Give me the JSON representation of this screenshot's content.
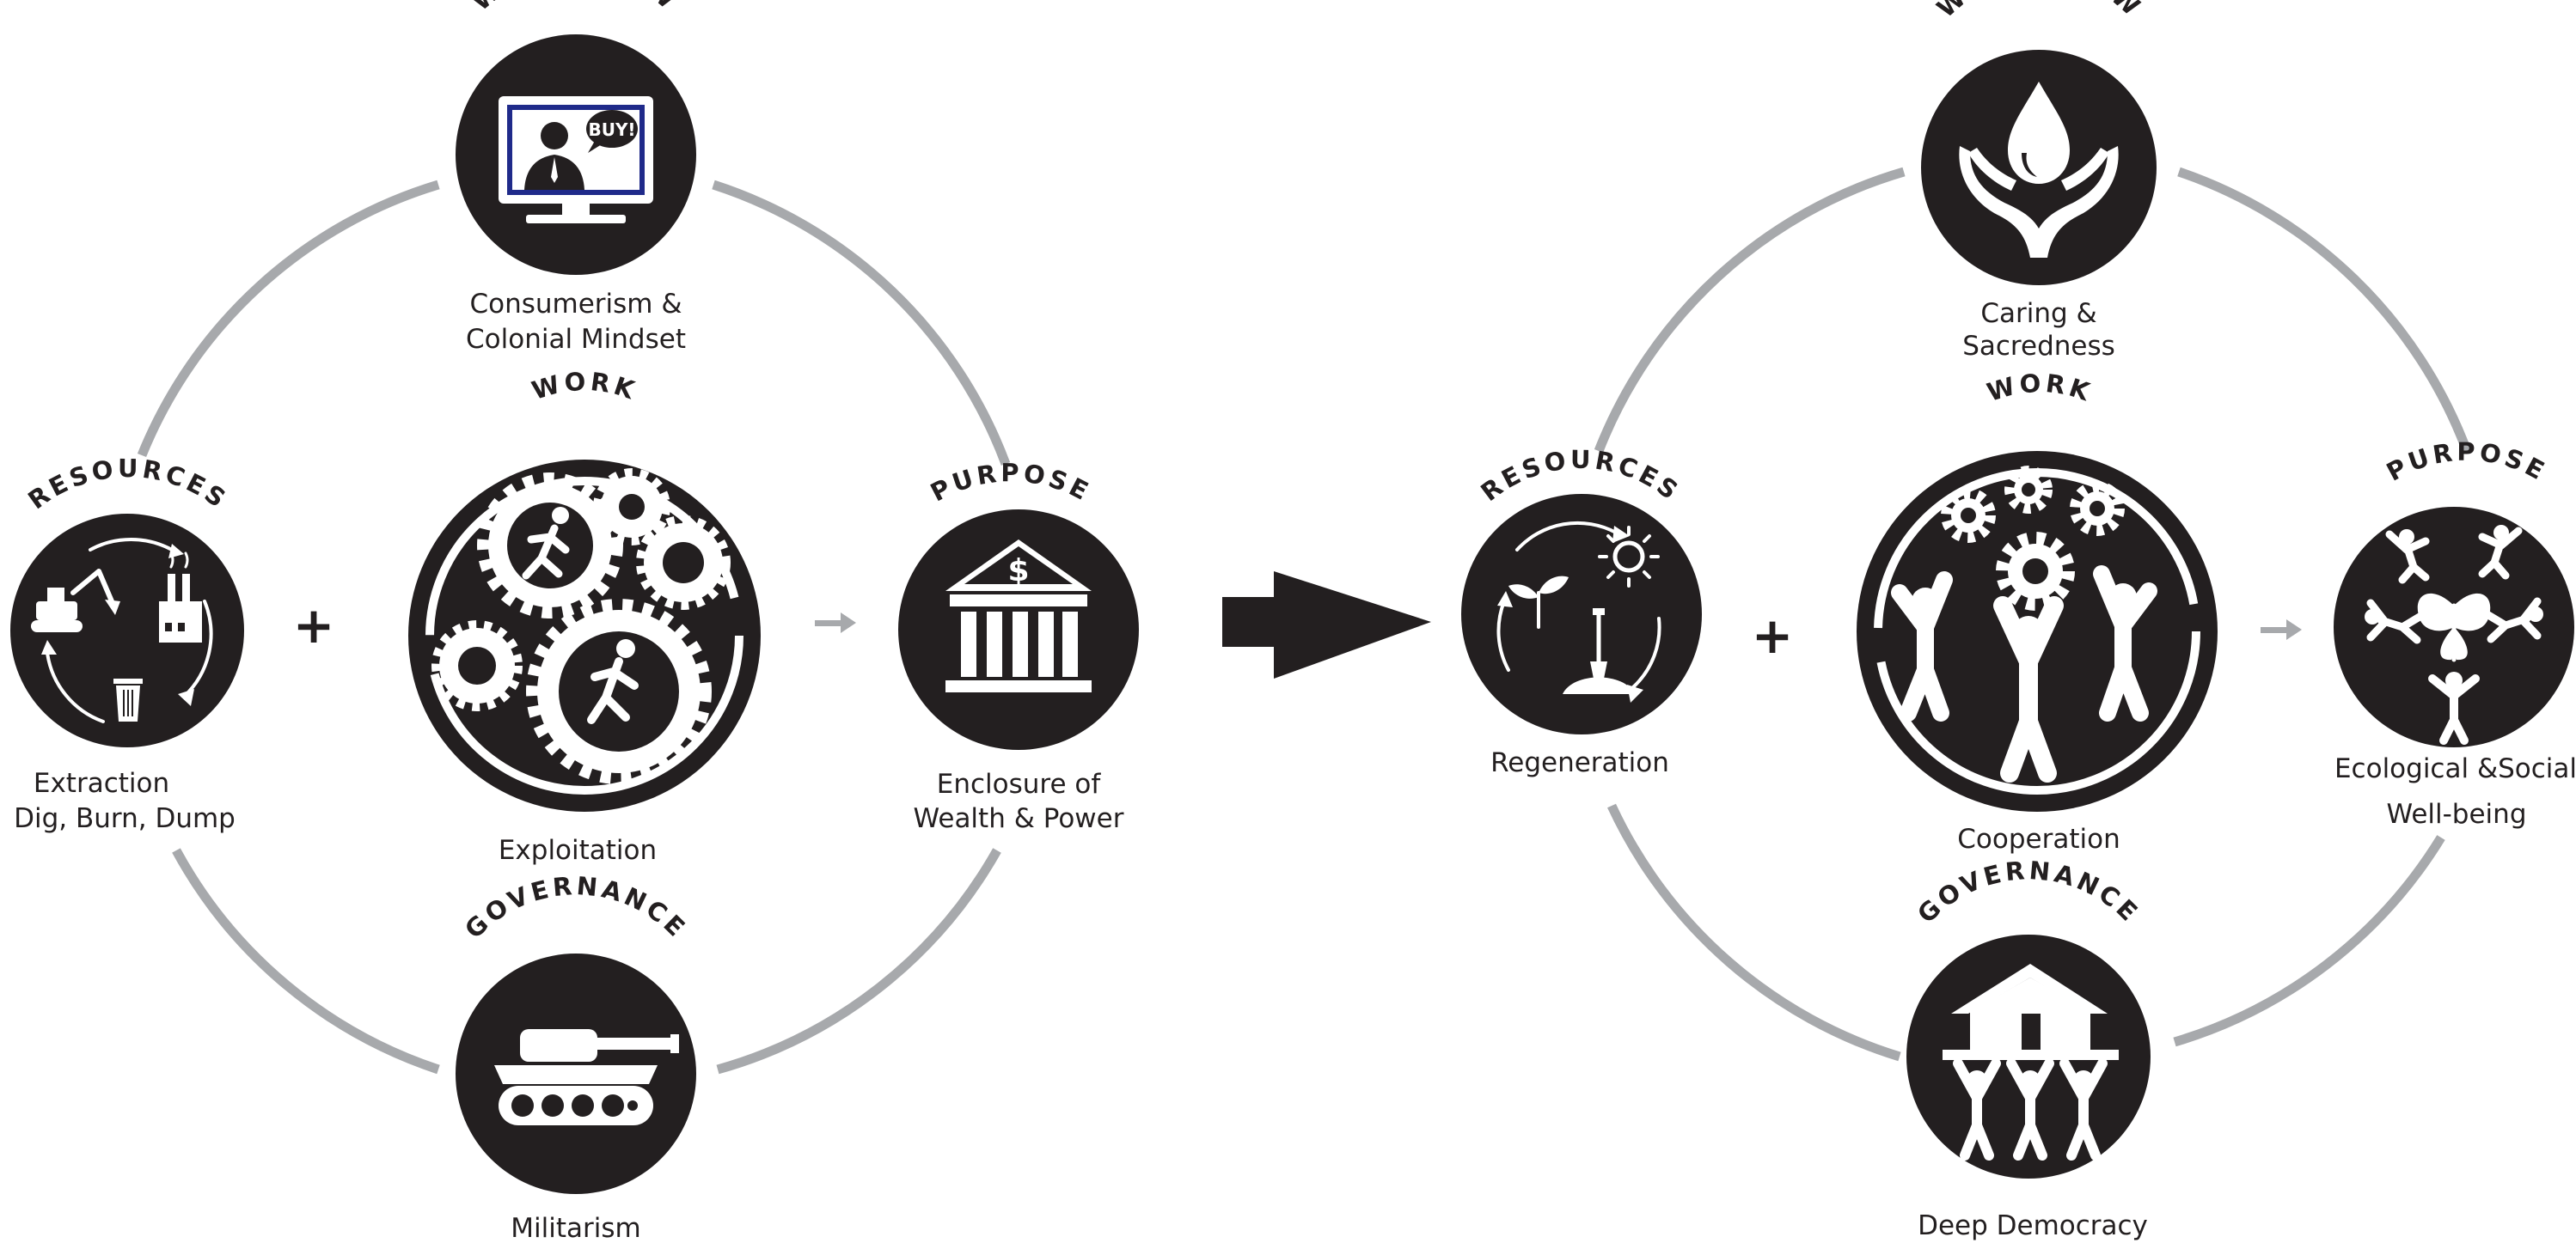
{
  "colors": {
    "icon_fill": "#231f20",
    "ring": "#a7a9ac",
    "monitor_accent": "#1f2a8a",
    "background": "#ffffff"
  },
  "left_model": {
    "worldview": {
      "heading": "WORLDVIEW",
      "caption_lines": [
        "Consumerism &",
        "Colonial Mindset"
      ],
      "icon": "monitor-salesman-buy-icon",
      "bubble_text": "BUY!"
    },
    "resources": {
      "heading": "RESOURCES",
      "caption_lines": [
        "Extraction",
        "Dig, Burn, Dump"
      ],
      "icon": "excavator-factory-trash-cycle-icon"
    },
    "work": {
      "heading": "WORK",
      "caption_lines": [
        "Exploitation"
      ],
      "icon": "gears-running-workers-icon"
    },
    "purpose": {
      "heading": "PURPOSE",
      "caption_lines": [
        "Enclosure of",
        "Wealth & Power"
      ],
      "icon": "bank-dollar-icon",
      "symbol": "$"
    },
    "governance": {
      "heading": "GOVERNANCE",
      "caption_lines": [
        "Militarism"
      ],
      "icon": "tank-icon"
    },
    "plus": "+"
  },
  "right_model": {
    "worldview": {
      "heading": "WORLDVIEW",
      "caption_lines": [
        "Caring &",
        "Sacredness"
      ],
      "icon": "hands-water-drop-icon"
    },
    "resources": {
      "heading": "RESOURCES",
      "caption_lines": [
        "Regeneration"
      ],
      "icon": "sprout-sun-shovel-cycle-icon"
    },
    "work": {
      "heading": "WORK",
      "caption_lines": [
        "Cooperation"
      ],
      "icon": "people-lifting-gears-icon"
    },
    "purpose": {
      "heading": "PURPOSE",
      "caption_lines": [
        "Ecological &Social",
        "Well-being"
      ],
      "icon": "people-butterfly-icon"
    },
    "governance": {
      "heading": "GOVERNANCE",
      "caption_lines": [
        "Deep Democracy"
      ],
      "icon": "people-holding-house-icon"
    },
    "plus": "+"
  },
  "transition_icon": "big-right-arrow-icon"
}
